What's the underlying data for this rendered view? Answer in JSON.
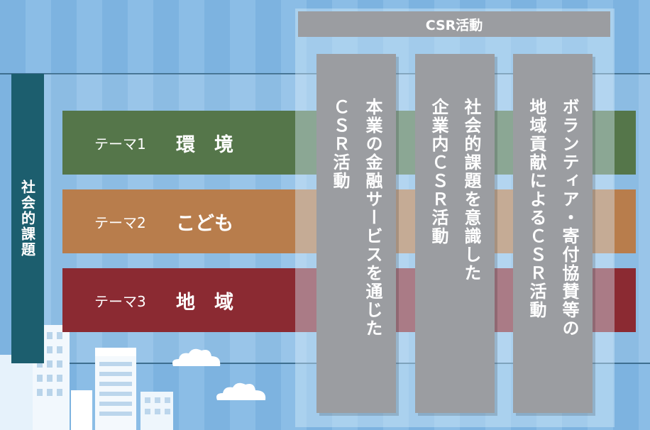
{
  "side_label": "社会的課題",
  "csr_header": "CSR活動",
  "themes": [
    {
      "label": "テーマ1",
      "name": "環　境",
      "color": "#55764a"
    },
    {
      "label": "テーマ2",
      "name": "こども",
      "color": "#b87d4c"
    },
    {
      "label": "テーマ3",
      "name": "地　域",
      "color": "#8b2a32"
    }
  ],
  "csr_columns": [
    {
      "text": "本業の金融サービスを通じた\nＣＳＲ活動"
    },
    {
      "text": "社会的課題を意識した\n企業内ＣＳＲ活動"
    },
    {
      "text": "ボランティア・寄付協賛等の\n地域貢献によるＣＳＲ活動"
    }
  ]
}
